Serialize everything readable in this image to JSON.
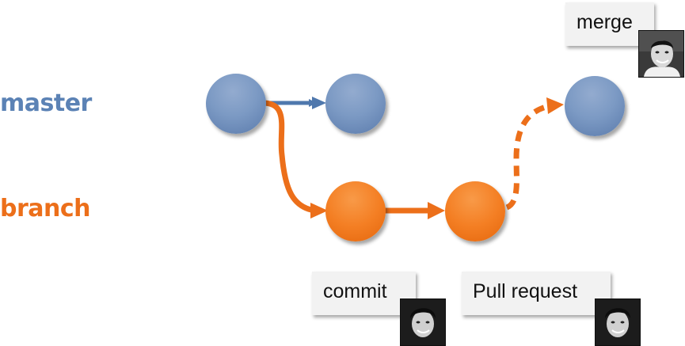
{
  "lanes": {
    "master": "master",
    "branch": "branch"
  },
  "callouts": {
    "commit": "commit",
    "pull_request": "Pull request",
    "merge": "merge"
  },
  "colors": {
    "master": "#5b82b5",
    "branch": "#ec6f1a",
    "callout_bg": "#f2f2f2"
  },
  "icons": {
    "commit_author": "person-photo-icon",
    "pull_request_author": "person-photo-icon",
    "merge_author": "person-photo-icon"
  }
}
